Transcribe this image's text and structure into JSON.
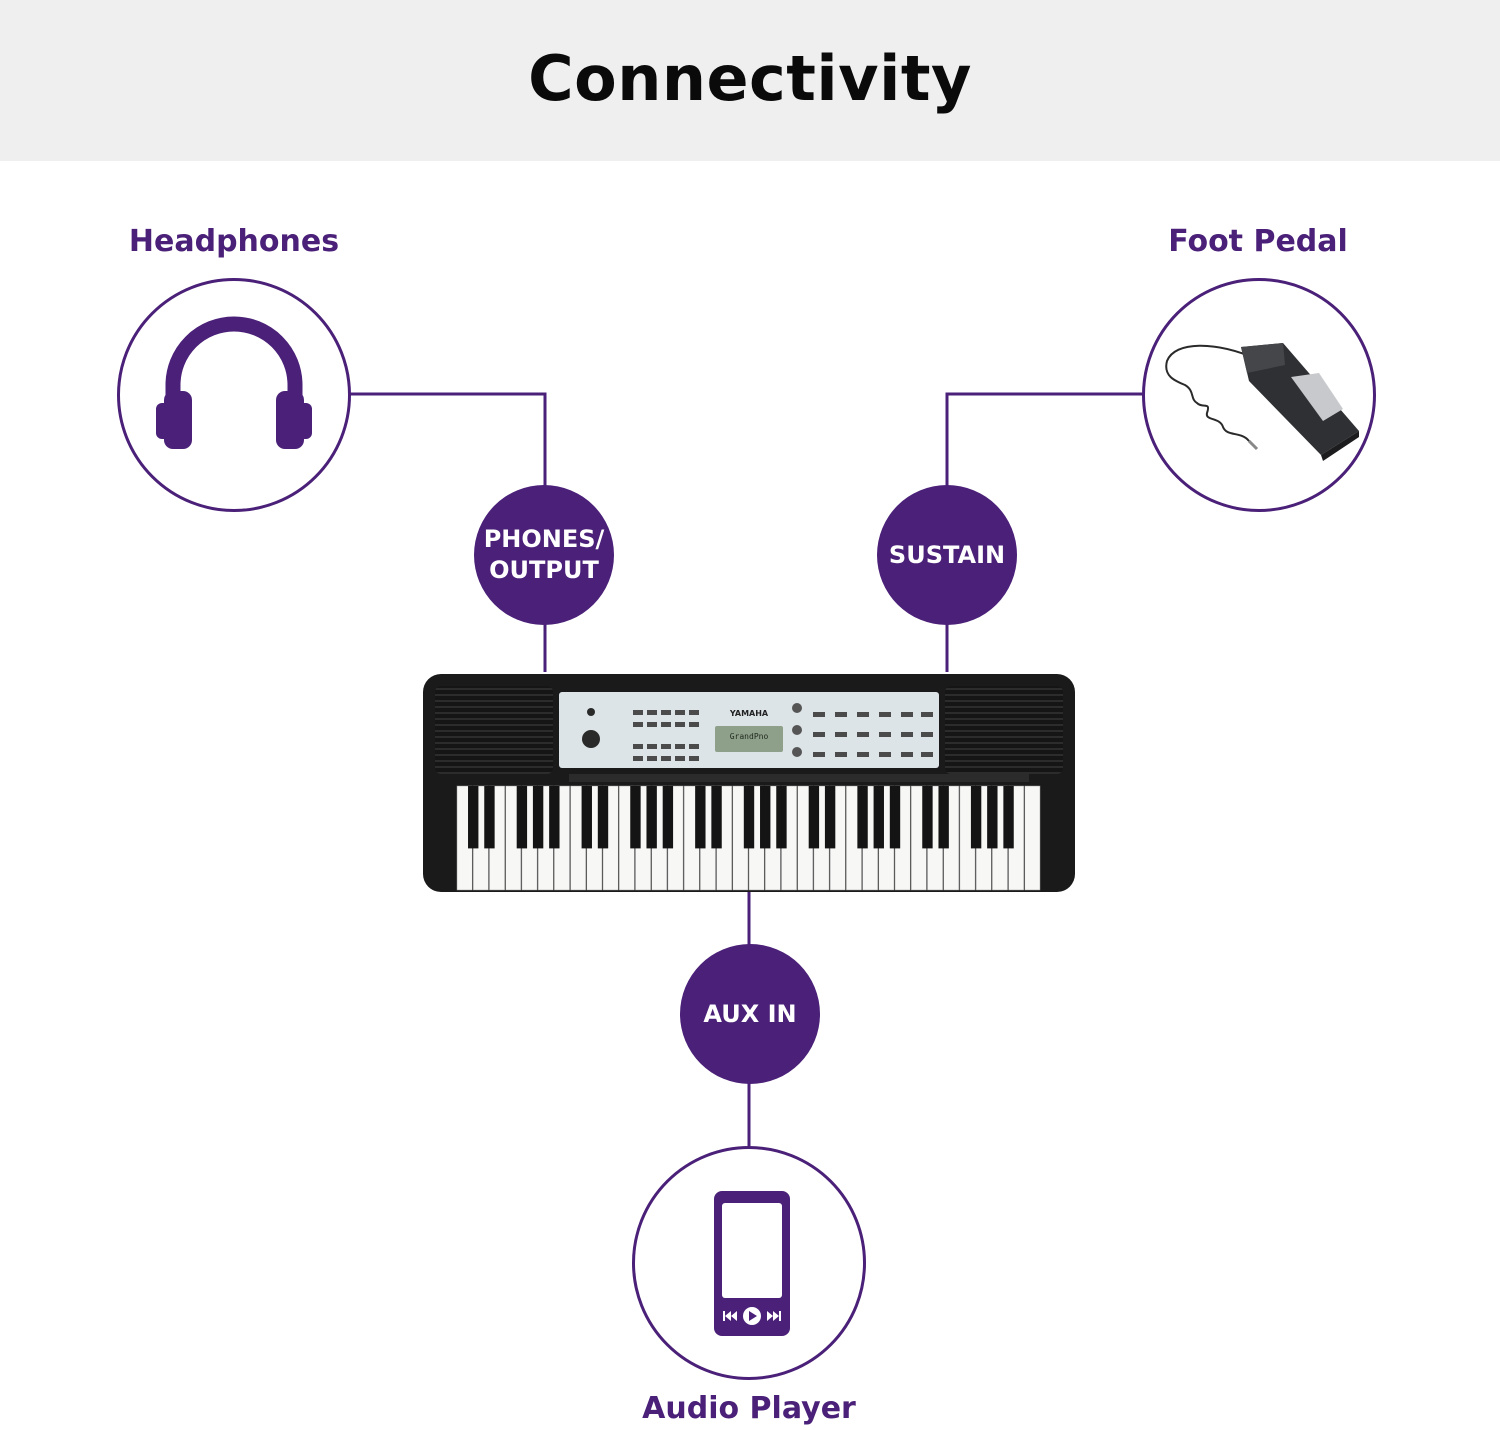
{
  "title": "Connectivity",
  "devices": {
    "headphones": {
      "label": "Headphones",
      "icon": "headphones-icon"
    },
    "foot_pedal": {
      "label": "Foot Pedal",
      "icon": "sustain-pedal-icon"
    },
    "audio_player": {
      "label": "Audio Player",
      "icon": "audio-player-icon"
    }
  },
  "ports": {
    "phones_output": {
      "line1": "PHONES/",
      "line2": "OUTPUT"
    },
    "sustain": {
      "label": "SUSTAIN"
    },
    "aux_in": {
      "label": "AUX IN"
    }
  },
  "keyboard": {
    "brand": "YAMAHA",
    "lcd_text": "GrandPno"
  },
  "colors": {
    "accent": "#4a2078",
    "header_bg": "#efefef",
    "title": "#0a0a0a"
  }
}
